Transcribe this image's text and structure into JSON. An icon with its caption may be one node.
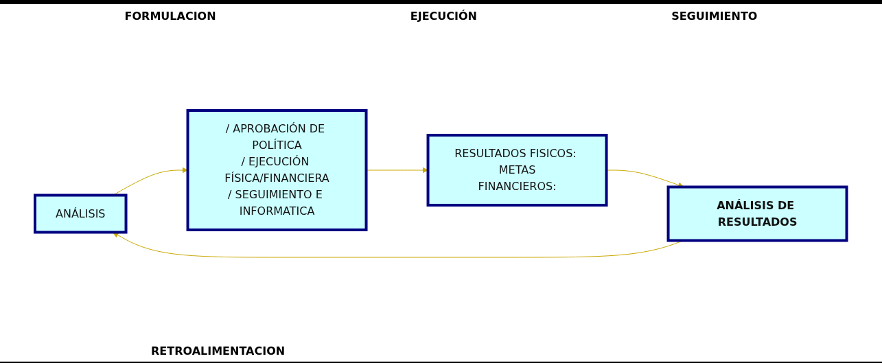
{
  "diagram": {
    "nodes": [
      {
        "text": [
          "ANÁLISIS"
        ]
      },
      {
        "text": [
          "/ APROBACIÓN DE POLÍTICA",
          "/ EJECUCIÓN FÍSICA/FINANCIERA",
          "/ SEGUIMIENTO E INFORMATICA"
        ]
      },
      {
        "text": [
          "RESULTADOS FISICOS: METAS",
          "FINANCIEROS:"
        ]
      },
      {
        "text": [
          "ANÁLISIS DE RESULTADOS"
        ]
      }
    ],
    "edges": [
      {
        "from": 0,
        "to": 1,
        "arrow": "to"
      },
      {
        "from": 1,
        "to": 2,
        "arrow": "to"
      },
      {
        "from": 2,
        "to": 3,
        "arrow": "to"
      },
      {
        "from": 3,
        "to": 0,
        "arrow": "to"
      }
    ],
    "labels": [
      "FORMULACION",
      "EJECUCIÓN",
      "SEGUIMIENTO",
      "RETROALIMENTACION"
    ]
  }
}
